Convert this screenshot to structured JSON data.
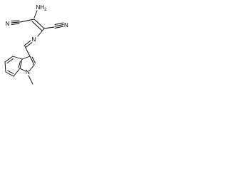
{
  "molecule": {
    "atom_labels": {
      "amine": {
        "text": "NH",
        "subscript": "2"
      },
      "nitrile_left": "N",
      "nitrile_right": "N",
      "imine": "N",
      "indole_n": "N"
    },
    "colors": {
      "bonds": "#000000",
      "labels": "#000000",
      "background": "#ffffff"
    }
  }
}
